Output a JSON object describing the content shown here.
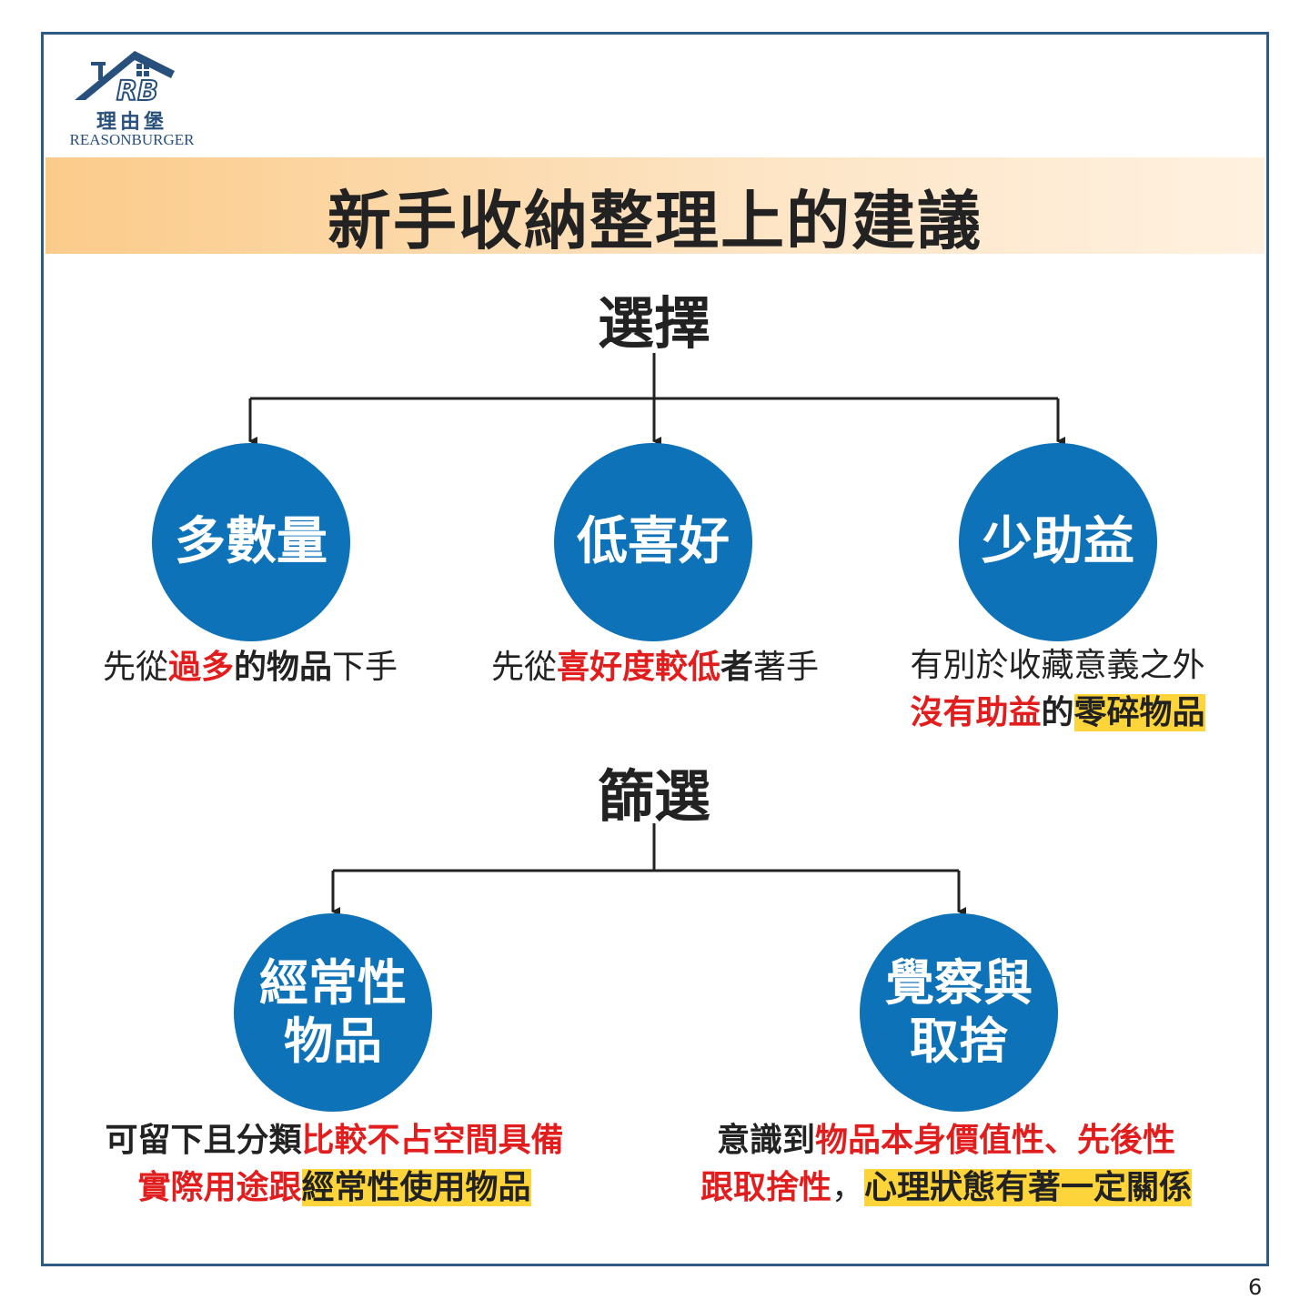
{
  "logo": {
    "mark": "RB",
    "name_cn": "理由堡",
    "name_en": "REASONBURGER"
  },
  "title": "新手收納整理上的建議",
  "section_select": {
    "label": "選擇",
    "nodes": [
      {
        "label": "多數量",
        "desc_parts": [
          "先從",
          "過多",
          "的物品",
          "下手"
        ]
      },
      {
        "label": "低喜好",
        "desc_parts": [
          "先從",
          "喜好度較低",
          "者",
          "著手"
        ]
      },
      {
        "label": "少助益",
        "desc_line1": "有別於收藏意義之外",
        "desc_line2_parts": [
          "沒有助益",
          "的",
          "零碎物品"
        ]
      }
    ]
  },
  "section_filter": {
    "label": "篩選",
    "nodes": [
      {
        "label_line1": "經常性",
        "label_line2": "物品",
        "desc_line1_parts": [
          "可留下且分類",
          "比較不占空間具備"
        ],
        "desc_line2_parts": [
          "實際用途跟",
          "經常性使用物品"
        ]
      },
      {
        "label_line1": "覺察與",
        "label_line2": "取捨",
        "desc_line1_parts": [
          "意識到",
          "物品本身價值性、先後性"
        ],
        "desc_line2_parts": [
          "跟取捨性",
          "，",
          "心理狀態有著一定關係"
        ]
      }
    ]
  },
  "colors": {
    "circle": "#0d72b8",
    "highlight_red": "#e11d1d",
    "highlight_yellow": "#fdd43a",
    "border": "#2f5a84"
  },
  "page_number": "6"
}
